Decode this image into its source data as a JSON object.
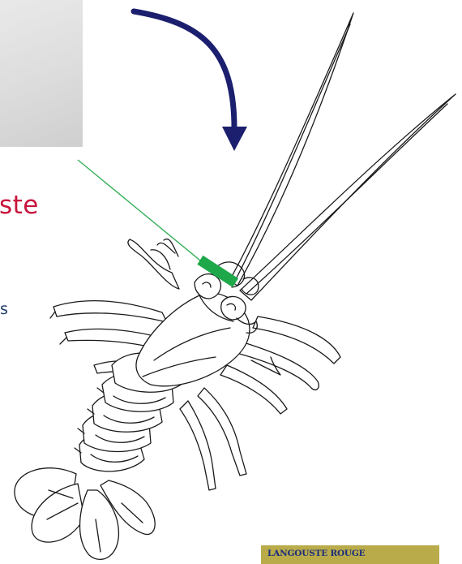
{
  "title_fragment": "ste",
  "text_fragment": "s",
  "tag": {
    "label": "LANGOUSTE ROUGE"
  },
  "colors": {
    "title": "#c8143c",
    "text": "#1d3a6b",
    "arrow": "#1b1f6e",
    "marker": "#1fa84a",
    "tag_background": "#b9ab4a",
    "tag_text": "#1a2d7c"
  },
  "icons": [
    "curved-arrow-down-icon",
    "lobster-illustration"
  ]
}
